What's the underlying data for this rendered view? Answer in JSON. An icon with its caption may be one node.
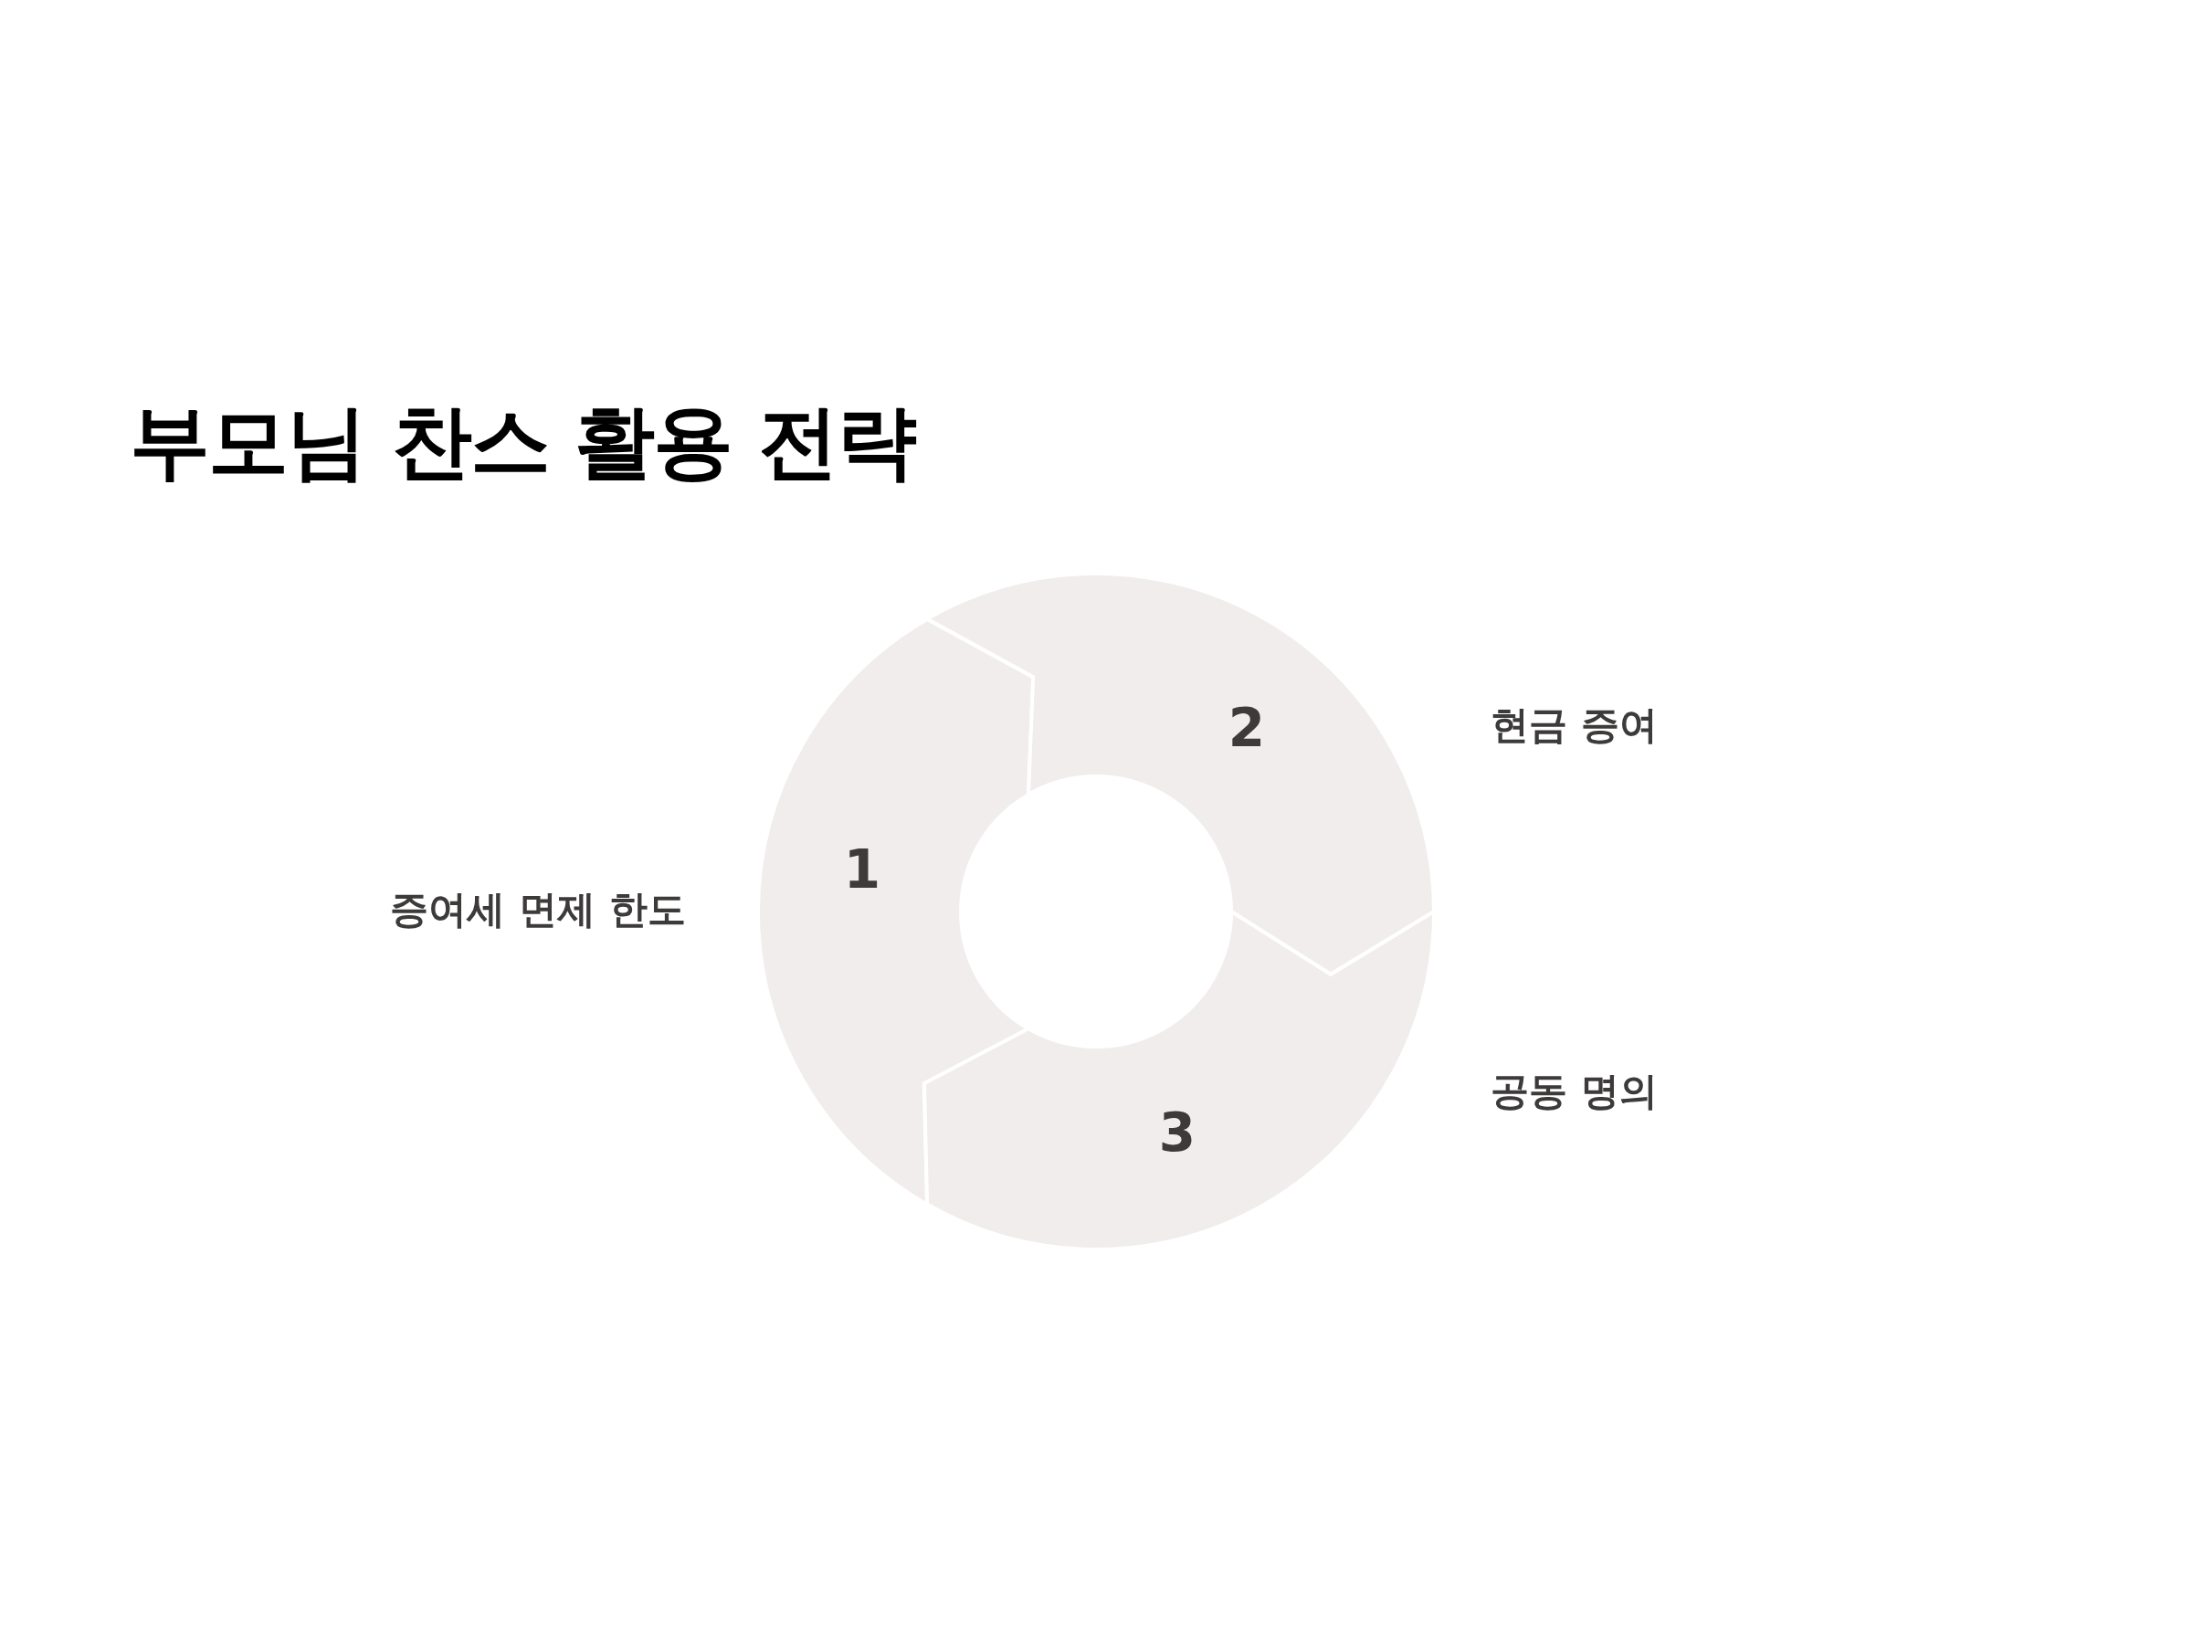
{
  "diagram": {
    "title": "부모님 찬스 활용 전략",
    "nodes": [
      {
        "text": [
          "1"
        ],
        "beside": [
          "증여세 면제 한도"
        ]
      },
      {
        "text": [
          "2"
        ],
        "beside": [
          "현금 증여"
        ]
      },
      {
        "text": [
          "3"
        ],
        "beside": [
          "공동 명의"
        ]
      }
    ]
  }
}
